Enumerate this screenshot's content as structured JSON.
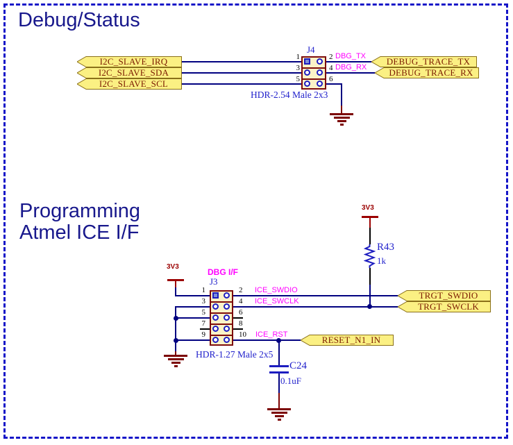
{
  "colors": {
    "frame": "#1515c8",
    "title": "#18188c",
    "wire": "#000080",
    "stub": "#000000",
    "desig": "#2222cc",
    "net": "#ff00ff",
    "power": "#9b0000",
    "ground": "#7b0000",
    "comp-border": "#7d0b0b",
    "comp-fill": "#fbf3c8",
    "port-fill": "#fbf083",
    "port-border": "#8a7019",
    "port-text": "#7b1a00",
    "pin-ring": "#1c1cc0"
  },
  "titles": {
    "section1": "Debug/Status",
    "section2_line1": "Programming",
    "section2_line2": "Atmel ICE I/F"
  },
  "ports": {
    "i2c_irq": "I2C_SLAVE_IRQ",
    "i2c_sda": "I2C_SLAVE_SDA",
    "i2c_scl": "I2C_SLAVE_SCL",
    "debug_trace_tx": "DEBUG_TRACE_TX",
    "debug_trace_rx": "DEBUG_TRACE_RX",
    "trgt_swdio": "TRGT_SWDIO",
    "trgt_swclk": "TRGT_SWCLK",
    "reset_n1_in": "RESET_N1_IN"
  },
  "net_labels": {
    "dbg_tx": "DBG_TX",
    "dbg_rx": "DBG_RX",
    "ice_swdio": "ICE_SWDIO",
    "ice_swclk": "ICE_SWCLK",
    "ice_rst": "ICE_RST",
    "dbg_if": "DBG I/F"
  },
  "power": {
    "v3v3": "3V3"
  },
  "connectors": {
    "j4": {
      "designator": "J4",
      "comment": "HDR-2.54 Male 2x3",
      "pins_left": [
        "1",
        "3",
        "5"
      ],
      "pins_right": [
        "2",
        "4",
        "6"
      ]
    },
    "j3": {
      "designator": "J3",
      "comment": "HDR-1.27 Male 2x5",
      "pins_left": [
        "1",
        "3",
        "5",
        "7",
        "9"
      ],
      "pins_right": [
        "2",
        "4",
        "6",
        "8",
        "10"
      ]
    }
  },
  "resistor": {
    "designator": "R43",
    "value": "1k"
  },
  "capacitor": {
    "designator": "C24",
    "value": "0.1uF"
  }
}
